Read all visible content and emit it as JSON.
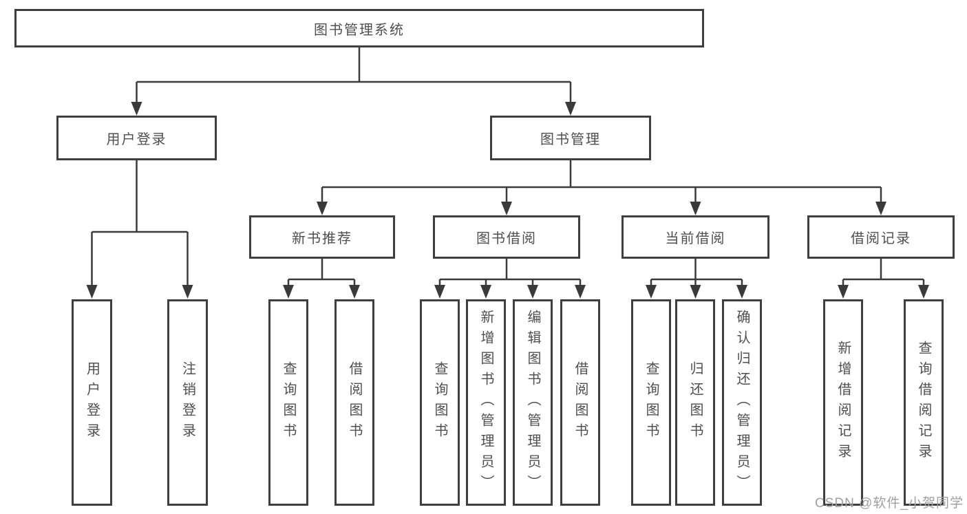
{
  "tree": {
    "root": {
      "label": "图书管理系统"
    },
    "level2": [
      {
        "label": "用户登录",
        "leaves": [
          {
            "label": "用户登录"
          },
          {
            "label": "注销登录"
          }
        ]
      },
      {
        "label": "图书管理",
        "groups": [
          {
            "label": "新书推荐",
            "leaves": [
              {
                "label": "查询图书"
              },
              {
                "label": "借阅图书"
              }
            ]
          },
          {
            "label": "图书借阅",
            "leaves": [
              {
                "label": "查询图书"
              },
              {
                "label": "新增图书（管理员）"
              },
              {
                "label": "编辑图书（管理员）"
              },
              {
                "label": "借阅图书"
              }
            ]
          },
          {
            "label": "当前借阅",
            "leaves": [
              {
                "label": "查询图书"
              },
              {
                "label": "归还图书"
              },
              {
                "label": "确认归还（管理员）"
              }
            ]
          },
          {
            "label": "借阅记录",
            "leaves": [
              {
                "label": "新增借阅记录"
              },
              {
                "label": "查询借阅记录"
              }
            ]
          }
        ]
      }
    ]
  },
  "watermark": {
    "text": "CSDN @软件_小贺同学"
  },
  "colors": {
    "line": "#3a3a3a",
    "border": "#3f3f3f",
    "text": "#4f4f4f",
    "watermark": "#a0a0a0"
  }
}
